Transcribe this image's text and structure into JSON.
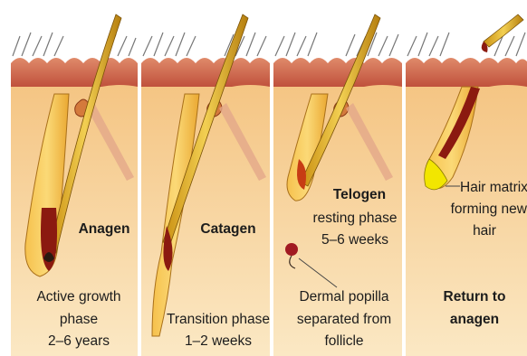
{
  "panels": [
    {
      "phase": "Anagen",
      "desc_line1": "Active growth",
      "desc_line2": "phase",
      "desc_line3": "2–6 years"
    },
    {
      "phase": "Catagen",
      "desc_line1": "Transition phase",
      "desc_line2": "1–2 weeks"
    },
    {
      "phase": "Telogen",
      "desc_line1": "resting phase",
      "desc_line2": "5–6 weeks",
      "note_line1": "Dermal popilla",
      "note_line2": "separated from",
      "note_line3": "follicle"
    },
    {
      "phase_line1": "Return to",
      "phase_line2": "anagen",
      "note_line1": "Hair matrix",
      "note_line2": "forming new",
      "note_line3": "hair"
    }
  ],
  "colors": {
    "dermis_top": "#f5c98a",
    "dermis_bottom": "#fbe6c0",
    "epidermis": "#c8614a",
    "hair_shaft": "#d9a520",
    "hair_dark": "#8b1a10",
    "sheath": "#f3b541",
    "matrix_new": "#f2e600",
    "divider": "#ffffff"
  }
}
